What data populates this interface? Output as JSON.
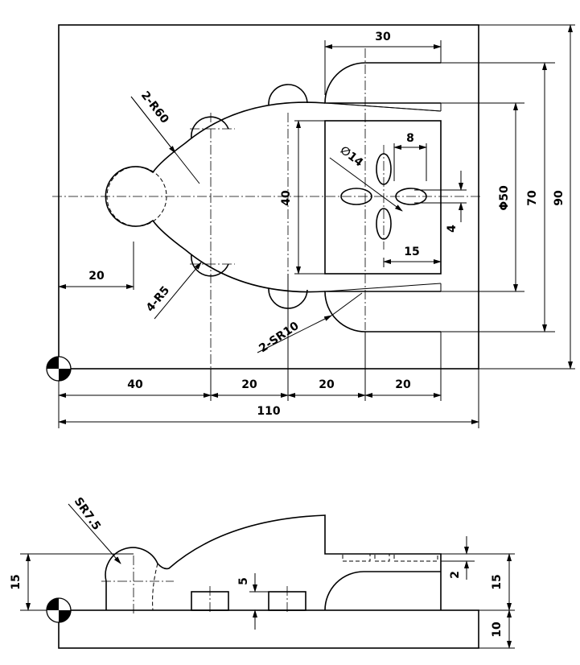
{
  "top_view": {
    "dims": {
      "width_30": "30",
      "dia_50": "Φ50",
      "h_70": "70",
      "h_90": "90",
      "r60": "2-R60",
      "h_40": "40",
      "slot_8": "8",
      "dia_14": "∅14",
      "v_4": "4",
      "len_15": "15",
      "left_20": "20",
      "r5": "4-R5",
      "sr10": "2-SR10",
      "b_40": "40",
      "b_20a": "20",
      "b_20b": "20",
      "b_20c": "20",
      "total_110": "110"
    }
  },
  "front_view": {
    "dims": {
      "sr75": "SR7.5",
      "left_15": "15",
      "h_5": "5",
      "right_2": "2",
      "right_15": "15",
      "right_10": "10"
    }
  }
}
